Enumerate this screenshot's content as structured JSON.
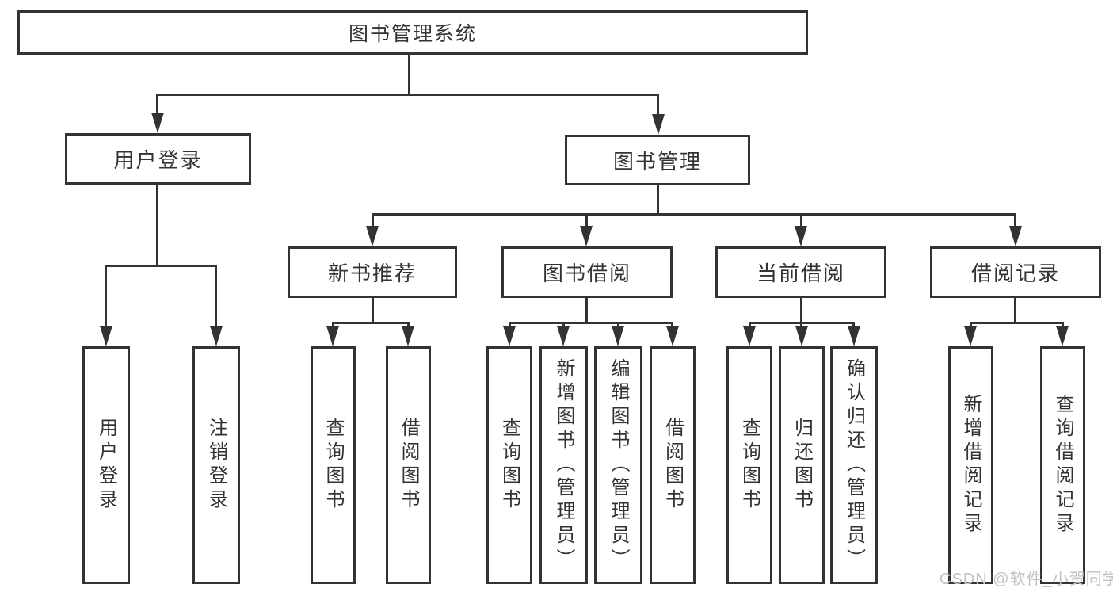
{
  "colors": {
    "line": "#333333",
    "text": "#333333",
    "background": "#ffffff",
    "watermark": "#c2c2c2"
  },
  "tree": {
    "root": "图书管理系统",
    "user_login": {
      "label": "用户登录",
      "children": [
        "用户登录",
        "注销登录"
      ]
    },
    "book_mgmt": {
      "label": "图书管理",
      "sections": [
        {
          "label": "新书推荐",
          "children": [
            "查询图书",
            "借阅图书"
          ]
        },
        {
          "label": "图书借阅",
          "children": [
            "查询图书",
            "新增图书（管理员）",
            "编辑图书（管理员）",
            "借阅图书"
          ]
        },
        {
          "label": "当前借阅",
          "children": [
            "查询图书",
            "归还图书",
            "确认归还（管理员）"
          ]
        },
        {
          "label": "借阅记录",
          "children": [
            "新增借阅记录",
            "查询借阅记录"
          ]
        }
      ]
    }
  },
  "watermark": "CSDN @软件_小贺同学"
}
